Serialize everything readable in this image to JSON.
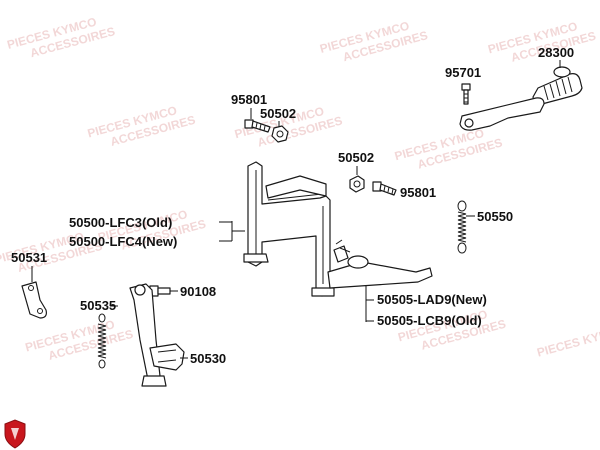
{
  "watermark": {
    "line1": "PIECES KYMCO",
    "line2": "ACCESSOIRES"
  },
  "parts": {
    "p28300": "28300",
    "p95701": "95701",
    "p95801_top": "95801",
    "p50502_top": "50502",
    "p50502_mid": "50502",
    "p95801_mid": "95801",
    "p50550": "50550",
    "p50500_old": "50500-LFC3(Old)",
    "p50500_new": "50500-LFC4(New)",
    "p50531": "50531",
    "p90108": "90108",
    "p50535": "50535",
    "p50530": "50530",
    "p50505_new": "50505-LAD9(New)",
    "p50505_old": "50505-LCB9(Old)"
  },
  "colors": {
    "brand_red": "#c8161d",
    "watermark": "#e9b8b8",
    "line": "#1a1a1a"
  }
}
